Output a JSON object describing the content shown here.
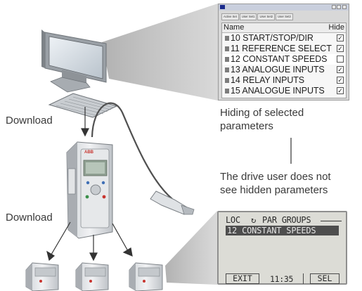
{
  "parameter_window": {
    "tabs": [
      "Active Set",
      "User Set1",
      "User Set2",
      "User Set3"
    ],
    "column_name": "Name",
    "column_hide": "Hide",
    "rows": [
      {
        "label": "10 START/STOP/DIR",
        "hidden": true
      },
      {
        "label": "11 REFERENCE SELECT",
        "hidden": true
      },
      {
        "label": "12 CONSTANT SPEEDS",
        "hidden": false
      },
      {
        "label": "13 ANALOGUE INPUTS",
        "hidden": true
      },
      {
        "label": "14 RELAY INPUTS",
        "hidden": true
      },
      {
        "label": "15 ANALOGUE INPUTS",
        "hidden": true
      }
    ],
    "check_mark": "☑"
  },
  "annotations": {
    "hiding": "Hiding of selected\nparameters",
    "drive_user": "The drive user does not\nsee hidden parameters",
    "download_top": "Download",
    "download_bottom": "Download"
  },
  "drive": {
    "brand": "ABB"
  },
  "lcd": {
    "mode": "LOC",
    "icon": "↻",
    "title": "PAR GROUPS",
    "selected": "12 CONSTANT SPEEDS",
    "left_key": "EXIT",
    "time": "11:35",
    "right_key": "SEL"
  },
  "icons": [
    "computer-monitor-icon",
    "keyboard-icon",
    "drive-icon",
    "cable-icon",
    "usb-plug-icon",
    "arrow-icon"
  ]
}
